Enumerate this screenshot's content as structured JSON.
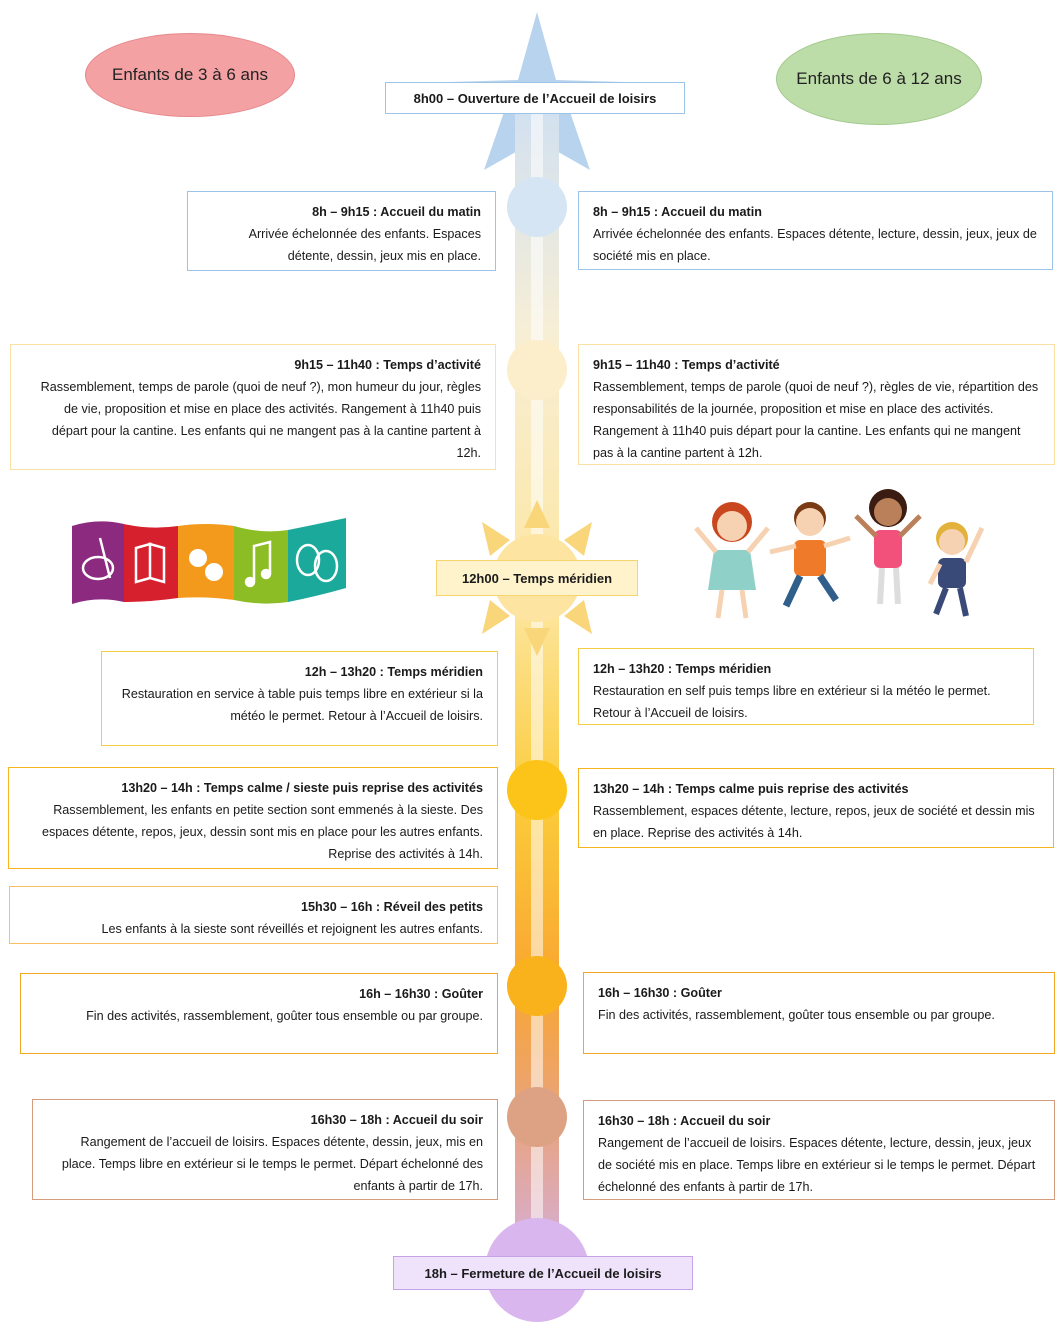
{
  "groups": {
    "left": "Enfants de 3 à 6 ans",
    "right": "Enfants de 6 à 12 ans"
  },
  "milestones": {
    "open": "8h00 – Ouverture de l’Accueil de loisirs",
    "midday": "12h00 – Temps méridien",
    "close": "18h – Fermeture de l’Accueil de loisirs"
  },
  "left": [
    {
      "title": "8h – 9h15 : Accueil du matin",
      "text": "Arrivée échelonnée des enfants. Espaces détente, dessin, jeux mis en place."
    },
    {
      "title": "9h15 – 11h40 : Temps d’activité",
      "text": "Rassemblement, temps de parole (quoi de neuf ?), mon humeur du jour, règles de vie, proposition et mise en place des activités. Rangement à 11h40 puis départ pour la cantine. Les enfants qui ne mangent pas à la cantine partent à 12h."
    },
    {
      "title": "12h – 13h20 : Temps méridien",
      "text": "Restauration en service à table puis temps libre en extérieur si la météo le permet. Retour à l’Accueil de loisirs."
    },
    {
      "title": "13h20 – 14h : Temps calme / sieste puis reprise des activités",
      "text": "Rassemblement, les enfants en petite section sont emmenés à la sieste. Des espaces détente, repos, jeux, dessin sont mis en place pour les autres enfants. Reprise des activités à 14h."
    },
    {
      "title": "15h30 – 16h : Réveil des petits",
      "text": "Les enfants à la sieste sont réveillés et rejoignent les autres enfants."
    },
    {
      "title": "16h – 16h30 : Goûter",
      "text": "Fin des activités, rassemblement, goûter tous ensemble ou par groupe."
    },
    {
      "title": "16h30 – 18h : Accueil du soir",
      "text": "Rangement de l’accueil de loisirs. Espaces détente, dessin, jeux, mis en place. Temps libre en extérieur si le temps le permet. Départ échelonné des enfants à partir de 17h."
    }
  ],
  "right": [
    {
      "title": "8h – 9h15 : Accueil du matin",
      "text": "Arrivée échelonnée des enfants. Espaces détente, lecture, dessin, jeux, jeux de société mis en place."
    },
    {
      "title": "9h15 – 11h40 : Temps d’activité",
      "text": "Rassemblement, temps de parole (quoi de neuf ?), règles de vie, répartition des responsabilités de la journée, proposition et mise en place des activités. Rangement à 11h40 puis départ pour la cantine. Les enfants qui ne mangent pas à la cantine partent à 12h."
    },
    {
      "title": "12h – 13h20 : Temps méridien",
      "text": "Restauration en self puis temps libre en extérieur si la météo le permet. Retour à l’Accueil de loisirs."
    },
    {
      "title": "13h20 – 14h : Temps calme puis reprise des activités",
      "text": "Rassemblement, espaces détente, lecture, repos, jeux de société et dessin mis en place. Reprise des activités à 14h."
    },
    {
      "title": "16h – 16h30 : Goûter",
      "text": "Fin des activités, rassemblement, goûter tous ensemble ou par groupe."
    },
    {
      "title": "16h30 – 18h : Accueil du soir",
      "text": "Rangement de l’accueil de loisirs. Espaces détente, lecture, dessin, jeux, jeux de société mis en place. Temps libre en extérieur si le temps le permet. Départ échelonné des enfants à partir de 17h."
    }
  ],
  "colors": {
    "pink": "#f4a3a6",
    "green": "#b9dca5",
    "blue": "#9dc3e6",
    "yellow": "#fcd06a",
    "orange": "#f7b23b",
    "brown": "#d49a7e",
    "purple": "#c9a6e8"
  },
  "icons": [
    "palette-icon",
    "book-icon",
    "theater-masks-icon",
    "music-notes-icon",
    "drama-masks-icon",
    "children-jumping-icon",
    "sun-icon",
    "star-icon"
  ]
}
